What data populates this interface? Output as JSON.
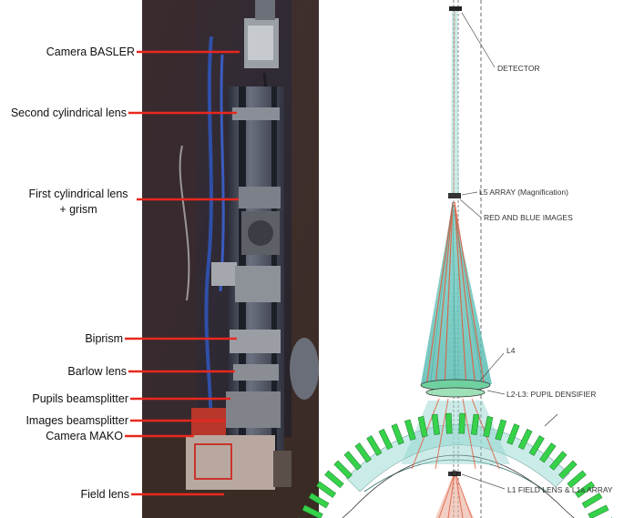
{
  "photo_labels": [
    {
      "id": "camera-basler",
      "lines": [
        "Camera BASLER"
      ]
    },
    {
      "id": "second-cylindrical-lens",
      "lines": [
        "Second cylindrical lens"
      ]
    },
    {
      "id": "first-cylindrical-lens",
      "lines": [
        "First cylindrical lens",
        "+ grism"
      ]
    },
    {
      "id": "biprism",
      "lines": [
        "Biprism"
      ]
    },
    {
      "id": "barlow-lens",
      "lines": [
        "Barlow lens"
      ]
    },
    {
      "id": "pupils-beamsplitter",
      "lines": [
        "Pupils beamsplitter"
      ]
    },
    {
      "id": "images-beamsplitter",
      "lines": [
        "Images beamsplitter"
      ]
    },
    {
      "id": "camera-mako",
      "lines": [
        "Camera MAKO"
      ]
    },
    {
      "id": "field-lens",
      "lines": [
        "Field lens"
      ]
    }
  ],
  "diagram_labels": {
    "detector": "DETECTOR",
    "l5_array": "L5 ARRAY (Magnification)",
    "red_blue_images": "RED AND BLUE IMAGES",
    "l4": "L4",
    "l2_l3": "L2-L3: PUPIL DENSIFIER",
    "l1": "L1 FIELD LENS & L1a ARRAY"
  },
  "colors": {
    "annotation_line": "#e8281e",
    "beam_cyan": "#5fc3b8",
    "beam_red": "#e05a3c",
    "lenslet_green": "#35d24a"
  }
}
